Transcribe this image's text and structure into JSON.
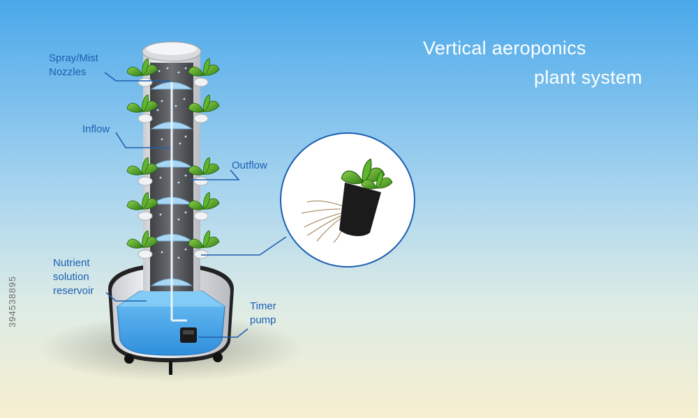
{
  "title": {
    "line1": "Vertical aeroponics",
    "line2": "plant system"
  },
  "labels": {
    "spray_line1": "Spray/Mist",
    "spray_line2": "Nozzles",
    "inflow": "Inflow",
    "outflow": "Outflow",
    "reservoir_line1": "Nutrient",
    "reservoir_line2": "solution",
    "reservoir_line3": "reservoir",
    "pump_line1": "Timer",
    "pump_line2": "pump"
  },
  "side_id": "394538895",
  "colors": {
    "label_text": "#1c5fb0",
    "leader_line": "#1c5fb0",
    "water": "#4aa8ec",
    "tower_shell": "#e9eaec",
    "tower_inner": "#5f6166",
    "leaf": "#3f9a1e",
    "sky_top": "#4aa8ea",
    "sand_bottom": "#f6efcf"
  }
}
